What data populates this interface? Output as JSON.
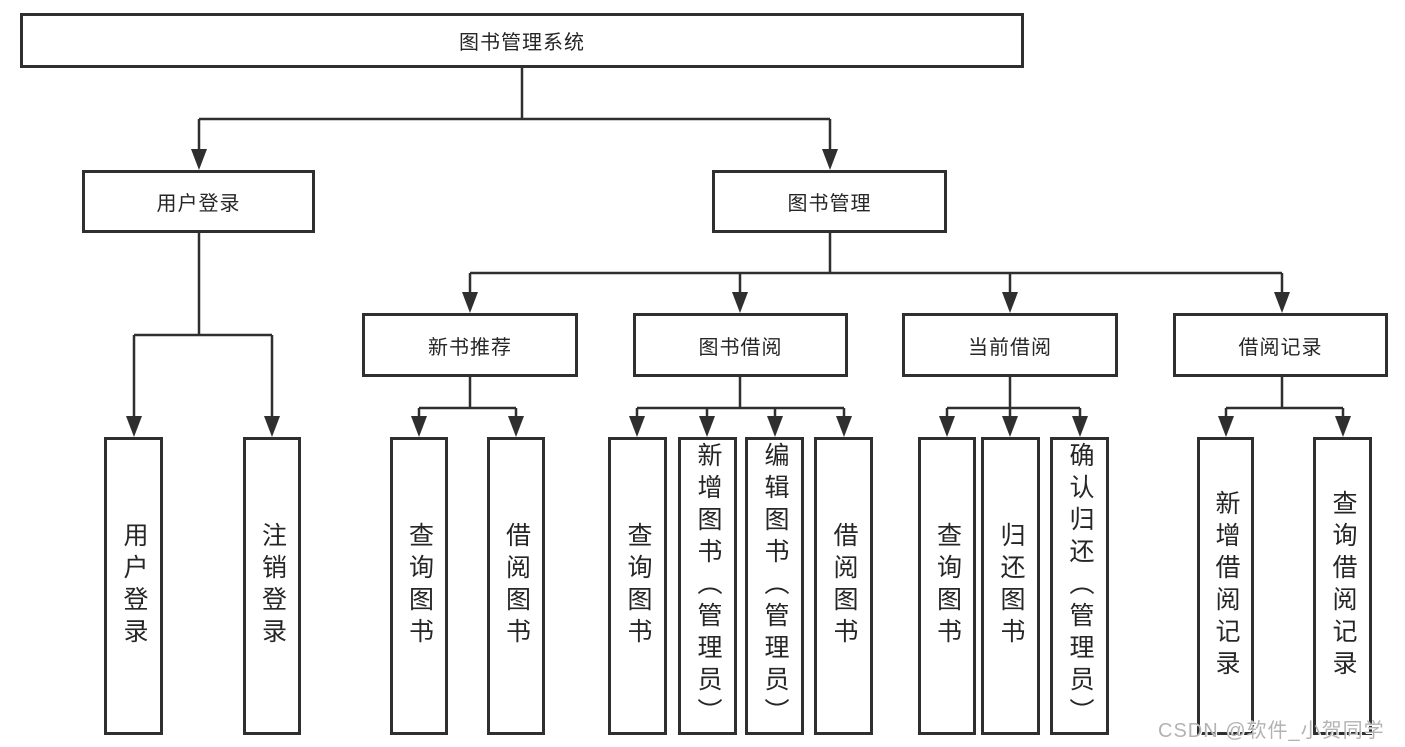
{
  "diagram": {
    "root": {
      "label": "图书管理系统"
    },
    "branches": [
      {
        "label": "用户登录",
        "children": [
          {
            "label": "用户登录"
          },
          {
            "label": "注销登录"
          }
        ]
      },
      {
        "label": "图书管理",
        "sections": [
          {
            "label": "新书推荐",
            "children": [
              {
                "label": "查询图书"
              },
              {
                "label": "借阅图书"
              }
            ]
          },
          {
            "label": "图书借阅",
            "children": [
              {
                "label": "查询图书"
              },
              {
                "label": "新增图书（管理员）"
              },
              {
                "label": "编辑图书（管理员）"
              },
              {
                "label": "借阅图书"
              }
            ]
          },
          {
            "label": "当前借阅",
            "children": [
              {
                "label": "查询图书"
              },
              {
                "label": "归还图书"
              },
              {
                "label": "确认归还（管理员）"
              }
            ]
          },
          {
            "label": "借阅记录",
            "children": [
              {
                "label": "新增借阅记录"
              },
              {
                "label": "查询借阅记录"
              }
            ]
          }
        ]
      }
    ]
  },
  "watermark": {
    "text": "CSDN @软件_小贺同学"
  },
  "colors": {
    "line": "#2f2f2f",
    "box_border": "#2f2f2f",
    "text": "#262626",
    "watermark": "#b3b3b3",
    "background": "#ffffff"
  }
}
